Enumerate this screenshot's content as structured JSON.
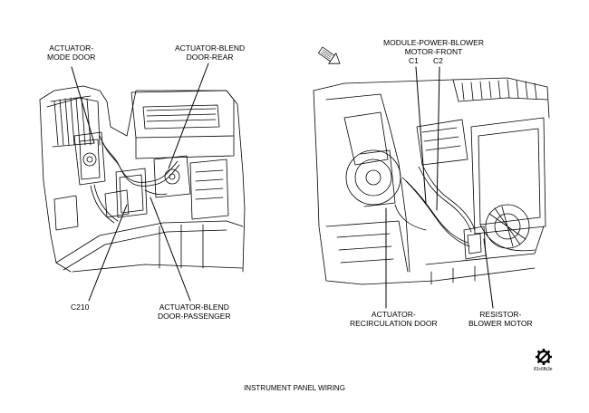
{
  "labels": {
    "actuator_mode_door": [
      "ACTUATOR-",
      "MODE DOOR"
    ],
    "actuator_blend_rear": [
      "ACTUATOR-BLEND",
      "DOOR-REAR"
    ],
    "c210": "C210",
    "actuator_blend_passenger": [
      "ACTUATOR-BLEND",
      "DOOR-PASSENGER"
    ],
    "module_power_blower": [
      "MODULE-POWER-BLOWER",
      "MOTOR-FRONT"
    ],
    "c1": "C1",
    "c2": "C2",
    "actuator_recirculation": [
      "ACTUATOR-",
      "RECIRCULATION DOOR"
    ],
    "resistor_blower": [
      "RESISTOR-",
      "BLOWER MOTOR"
    ]
  },
  "figure_id": "81c6fb3e",
  "caption": "INSTRUMENT PANEL WIRING",
  "icons": {
    "direction": "forward-arrow-icon",
    "service": "gear-wrench-icon"
  }
}
